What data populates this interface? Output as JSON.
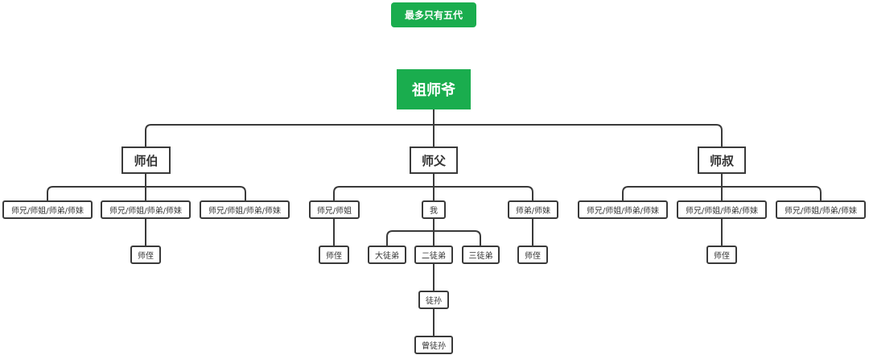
{
  "header": {
    "badge": "最多只有五代"
  },
  "tree": {
    "root": "祖师爷",
    "branches": [
      {
        "label": "师伯",
        "children": [
          {
            "label": "师兄/师姐/师弟/师妹"
          },
          {
            "label": "师兄/师姐/师弟/师妹",
            "child": "师侄"
          },
          {
            "label": "师兄/师姐/师弟/师妹"
          }
        ]
      },
      {
        "label": "师父",
        "children": [
          {
            "label": "师兄/师姐",
            "child": "师侄"
          },
          {
            "label": "我",
            "disciples": [
              "大徒弟",
              "二徒弟",
              "三徒弟"
            ],
            "grandchild": "徒孙",
            "great_grandchild": "曾徒孙"
          },
          {
            "label": "师弟/师妹",
            "child": "师侄"
          }
        ]
      },
      {
        "label": "师叔",
        "children": [
          {
            "label": "师兄/师姐/师弟/师妹"
          },
          {
            "label": "师兄/师姐/师弟/师妹",
            "child": "师侄"
          },
          {
            "label": "师兄/师姐/师弟/师妹"
          }
        ]
      }
    ]
  },
  "colors": {
    "accent": "#1aad4e",
    "line": "#3a3a3a",
    "text": "#333333"
  }
}
